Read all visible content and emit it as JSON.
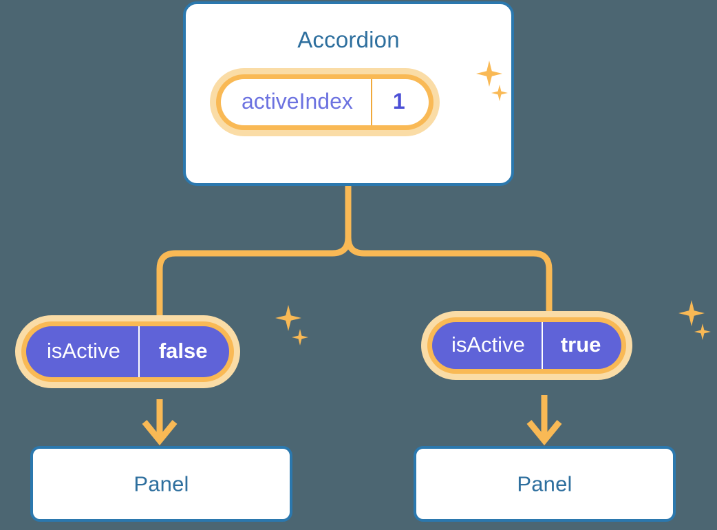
{
  "diagram": {
    "background_color": "#4c6672",
    "accent_orange": "#f9b955",
    "accent_blue": "#2b78ae",
    "accent_purple": "#5f63d8",
    "title_color": "#2e6f9e"
  },
  "root": {
    "title": "Accordion",
    "hook": {
      "key": "activeIndex",
      "value": "1"
    }
  },
  "children": [
    {
      "prop": {
        "key": "isActive",
        "value": "false"
      },
      "panel_title": "Panel"
    },
    {
      "prop": {
        "key": "isActive",
        "value": "true"
      },
      "panel_title": "Panel"
    }
  ],
  "icons": {
    "sparkle_large": "sparkle-icon",
    "sparkle_small": "sparkle-icon",
    "arrow": "arrow-down-icon"
  }
}
